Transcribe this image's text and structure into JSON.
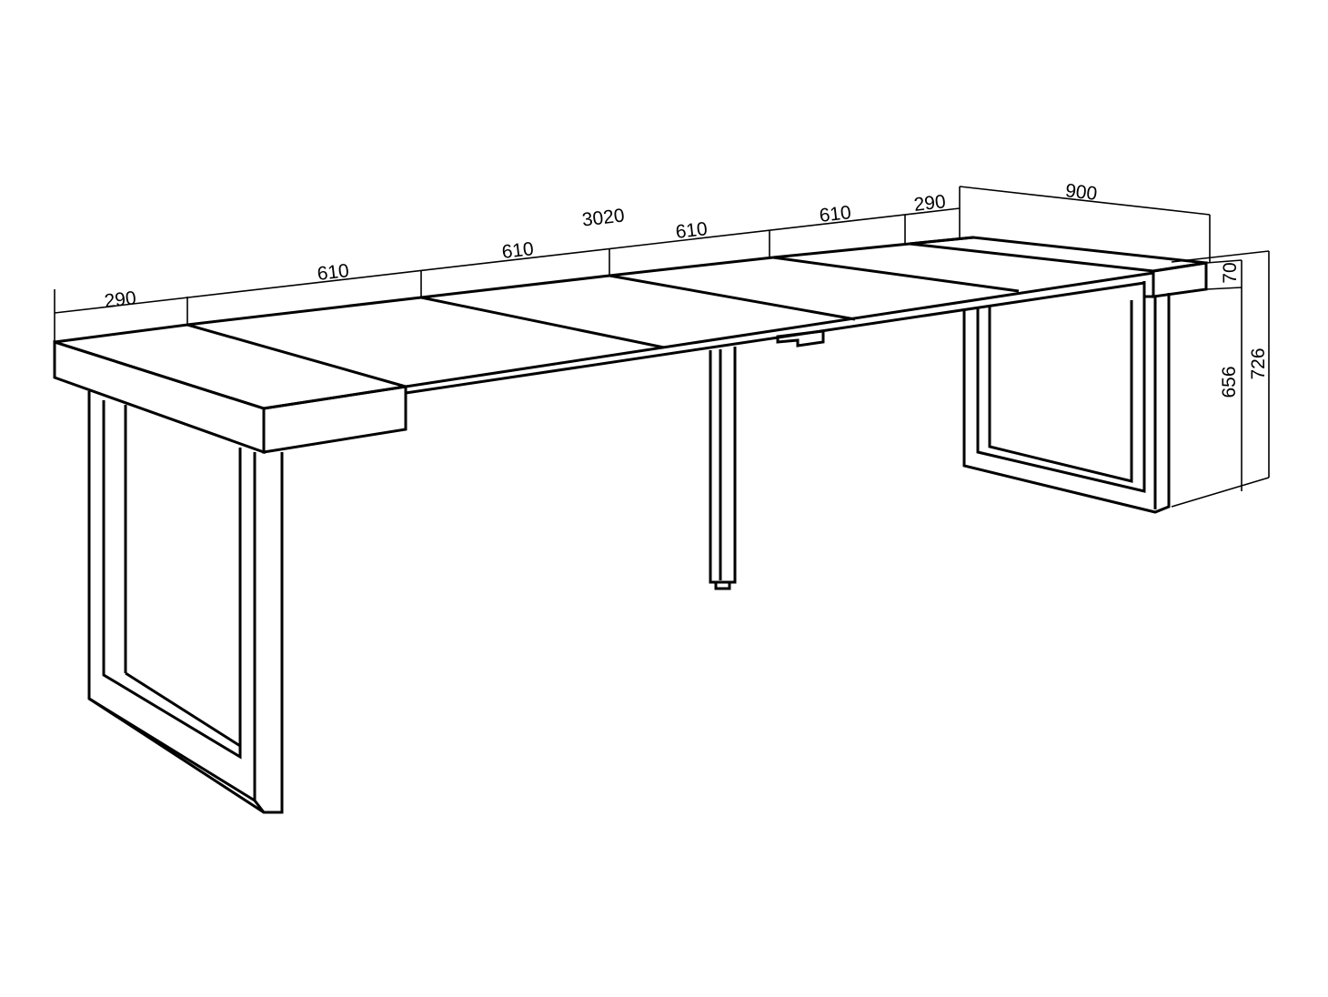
{
  "diagram": {
    "stroke_color": "#000000",
    "background_color": "#ffffff",
    "dimensions": {
      "overall_length": "3020",
      "section_end_left": "290",
      "section_extension_1": "610",
      "section_extension_2": "610",
      "section_extension_3": "610",
      "section_extension_4": "610",
      "section_end_right": "290",
      "depth": "900",
      "top_thickness": "70",
      "under_top_height": "656",
      "total_height": "726"
    }
  }
}
